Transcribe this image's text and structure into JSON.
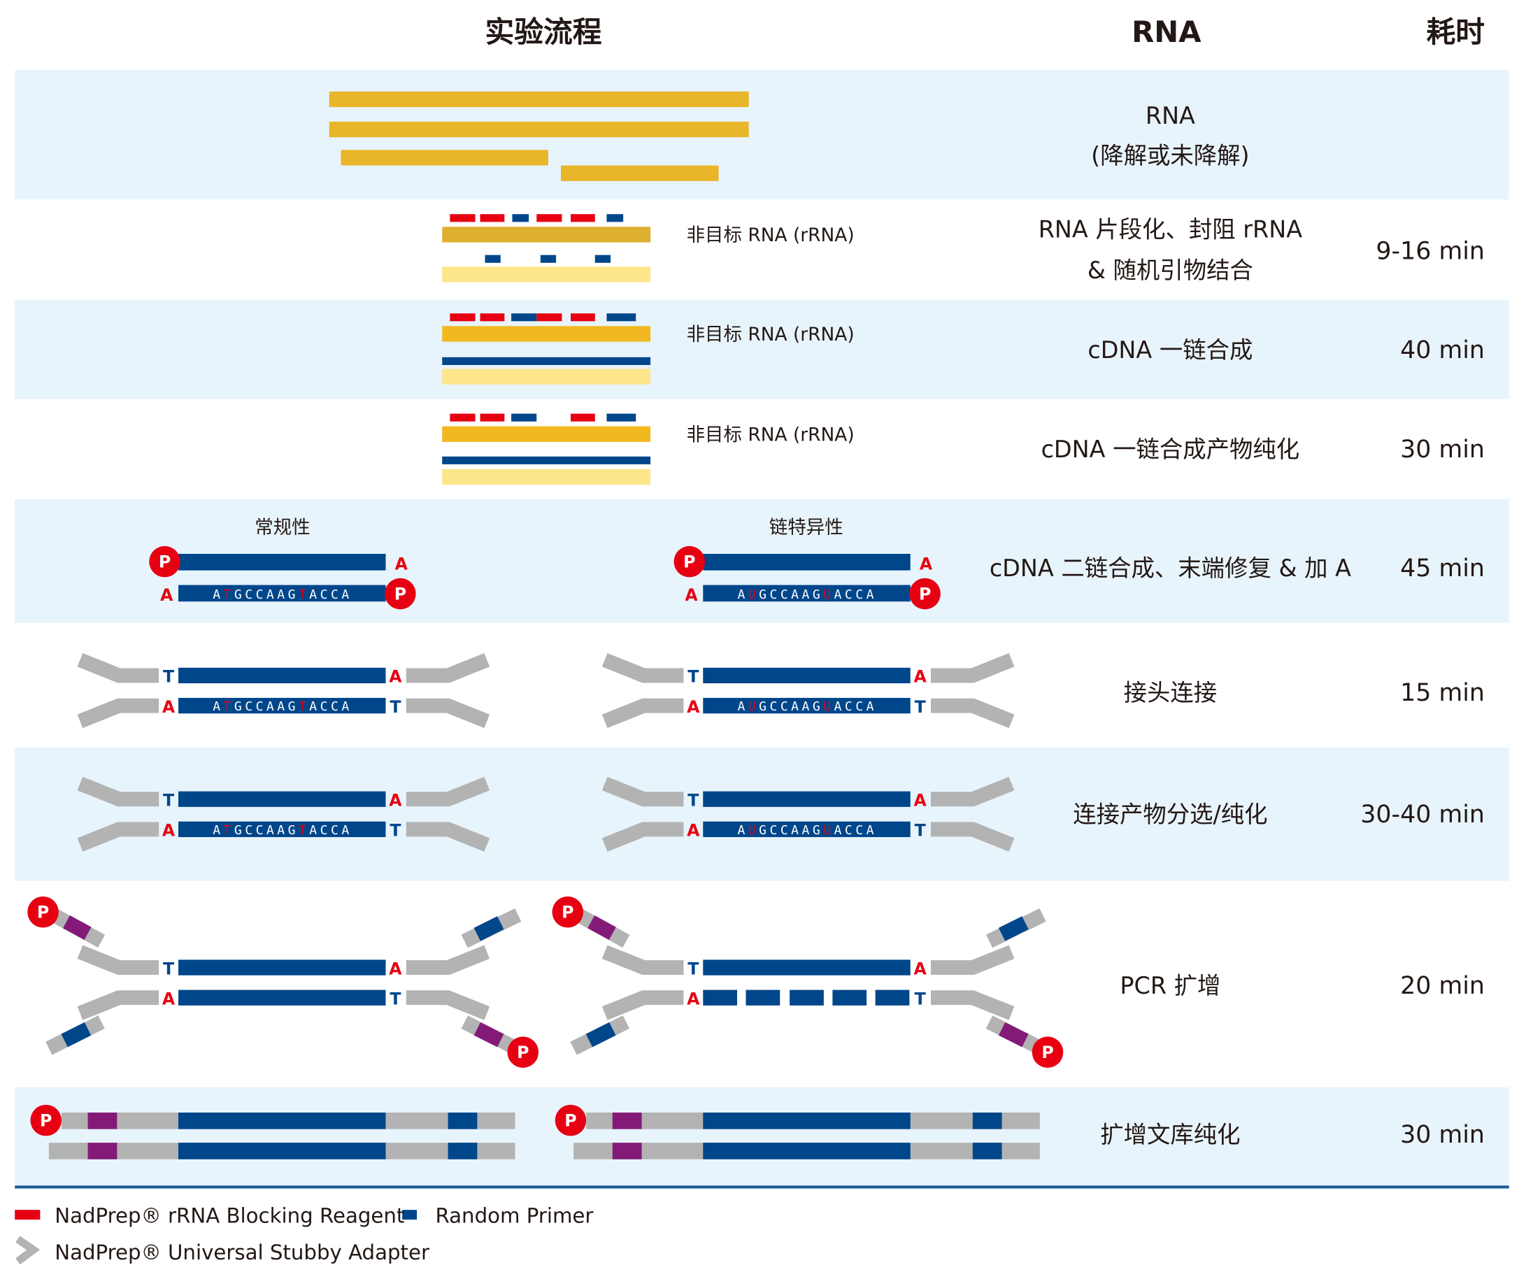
{
  "headers": {
    "workflow": "实验流程",
    "rna": "RNA",
    "time": "耗时"
  },
  "colors": {
    "band": "#e8f4fc",
    "dna": "#00468b",
    "red": "#e60012",
    "rna_yellow": "#e9b52a",
    "rna_light": "#fde58a",
    "adapter": "#b3b3b3",
    "purple": "#841a78",
    "rule": "#1d5a99"
  },
  "rows": [
    {
      "step": [
        "RNA",
        "(降解或未降解)"
      ],
      "time": ""
    },
    {
      "step": [
        "RNA 片段化、封阻 rRNA",
        "& 随机引物结合"
      ],
      "time": "9-16 min",
      "label": "非目标 RNA (rRNA)"
    },
    {
      "step": [
        "cDNA 一链合成"
      ],
      "time": "40 min",
      "label": "非目标 RNA (rRNA)"
    },
    {
      "step": [
        "cDNA 一链合成产物纯化"
      ],
      "time": "30 min",
      "label": "非目标 RNA (rRNA)"
    },
    {
      "step": [
        "cDNA 二链合成、末端修复 & 加 A"
      ],
      "time": "45 min"
    },
    {
      "step": [
        "接头连接"
      ],
      "time": "15 min"
    },
    {
      "step": [
        "连接产物分选/纯化"
      ],
      "time": "30-40 min"
    },
    {
      "step": [
        "PCR 扩增"
      ],
      "time": "20 min"
    },
    {
      "step": [
        "扩增文库纯化"
      ],
      "time": "30 min"
    }
  ],
  "library_types": [
    {
      "name": "常规性",
      "sequence": "ATGCCAAGTACCA",
      "highlight": [
        1,
        8
      ]
    },
    {
      "name": "链特异性",
      "sequence": "AUGCCAAGUACCA",
      "highlight": [
        1,
        8
      ]
    }
  ],
  "marks": {
    "phosphate": "P",
    "a_base": "A",
    "t_base": "T"
  },
  "legend": [
    {
      "icon": "red-bar",
      "label": "NadPrep® rRNA Blocking Reagent"
    },
    {
      "icon": "blue-square",
      "label": "Random Primer"
    },
    {
      "icon": "adapter-chevron",
      "label": "NadPrep® Universal Stubby Adapter"
    }
  ]
}
